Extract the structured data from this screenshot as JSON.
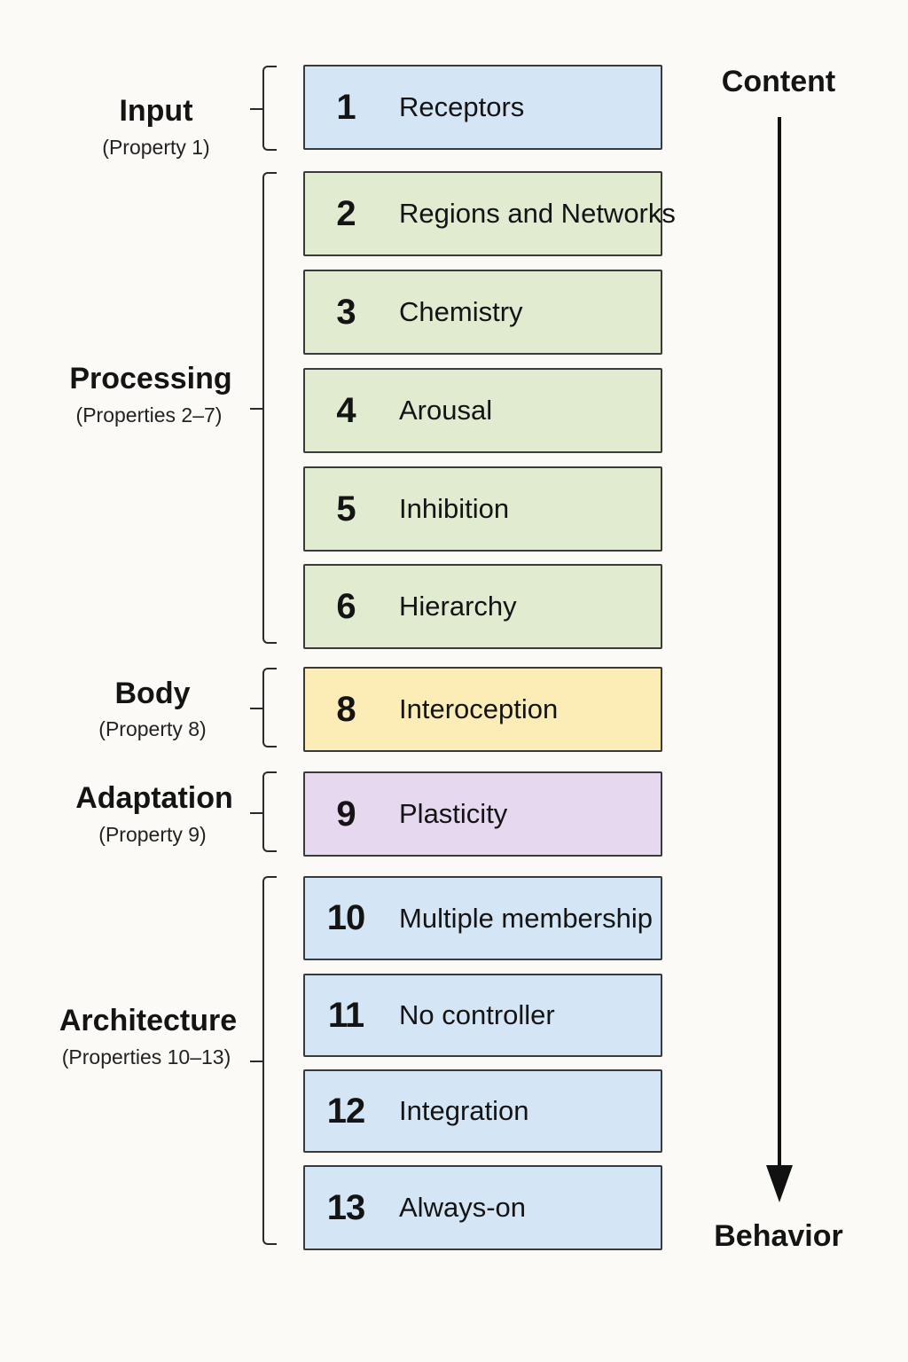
{
  "colors": {
    "input": "#d4e6f5",
    "processing": "#e0ebd0",
    "body": "#fcecb6",
    "adaptation": "#e6d8ef",
    "architecture": "#d4e6f5"
  },
  "groups": [
    {
      "title": "Input",
      "subtitle": "(Property 1)"
    },
    {
      "title": "Processing",
      "subtitle": "(Properties 2–7)"
    },
    {
      "title": "Body",
      "subtitle": "(Property 8)"
    },
    {
      "title": "Adaptation",
      "subtitle": "(Property 9)"
    },
    {
      "title": "Architecture",
      "subtitle": "(Properties 10–13)"
    }
  ],
  "properties": [
    {
      "number": "1",
      "label": "Receptors"
    },
    {
      "number": "2",
      "label": "Regions and Networks"
    },
    {
      "number": "3",
      "label": "Chemistry"
    },
    {
      "number": "4",
      "label": "Arousal"
    },
    {
      "number": "5",
      "label": "Inhibition"
    },
    {
      "number": "6",
      "label": "Hierarchy"
    },
    {
      "number": "8",
      "label": "Interoception"
    },
    {
      "number": "9",
      "label": "Plasticity"
    },
    {
      "number": "10",
      "label": "Multiple membership"
    },
    {
      "number": "11",
      "label": "No controller"
    },
    {
      "number": "12",
      "label": "Integration"
    },
    {
      "number": "13",
      "label": "Always-on"
    }
  ],
  "axis": {
    "top_label": "Content",
    "bottom_label": "Behavior"
  }
}
